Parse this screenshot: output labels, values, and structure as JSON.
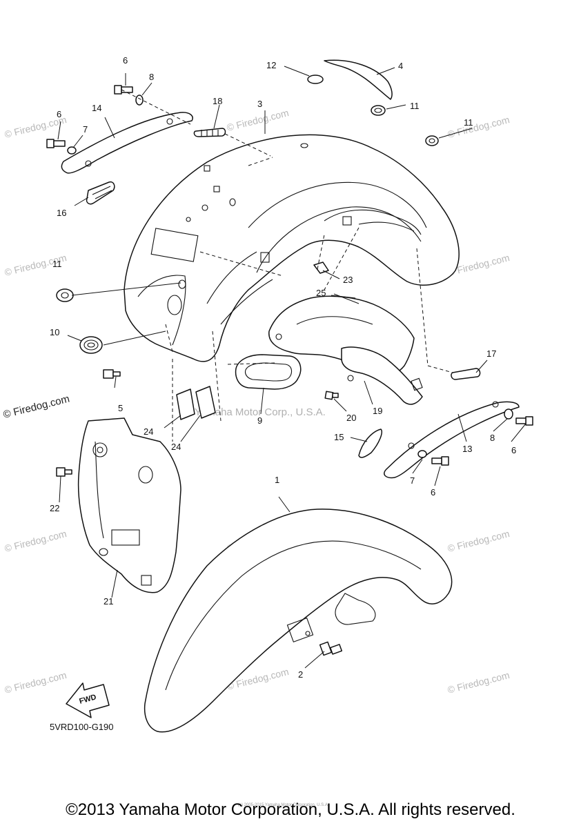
{
  "diagram": {
    "code": "5VRD100-G190",
    "fwd_label": "FWD",
    "watermark_site": "© Firedog.com",
    "watermark_brand": "Yamaha Motor Corp., U.S.A.",
    "fine_print": "(c) 2005-2015 Yamaha Motor Corporation, U.S.A.",
    "callouts": [
      "1",
      "2",
      "3",
      "4",
      "5",
      "6",
      "6",
      "6",
      "6",
      "7",
      "7",
      "8",
      "8",
      "9",
      "10",
      "11",
      "11",
      "11",
      "12",
      "13",
      "14",
      "15",
      "16",
      "17",
      "18",
      "19",
      "20",
      "21",
      "22",
      "23",
      "24",
      "24",
      "25"
    ]
  },
  "footer": {
    "copyright": "©2013 Yamaha Motor Corporation, U.S.A. All rights reserved."
  }
}
